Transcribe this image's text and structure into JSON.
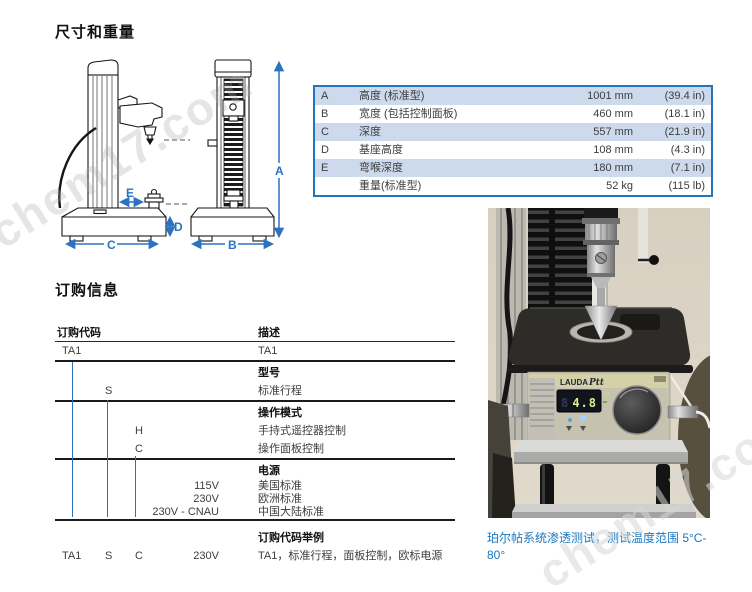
{
  "page": {
    "watermark": "chem17.com"
  },
  "sections": {
    "dimensions_title": "尺寸和重量",
    "ordering_title": "订购信息"
  },
  "diagram": {
    "labels": {
      "a": "A",
      "b": "B",
      "c": "C",
      "d": "D",
      "e": "E"
    }
  },
  "dimensions_table": {
    "rows": [
      {
        "key": "A",
        "name": "高度 (标准型)",
        "metric": "1001 mm",
        "imperial": "(39.4 in)"
      },
      {
        "key": "B",
        "name": "宽度 (包括控制面板)",
        "metric": "460 mm",
        "imperial": "(18.1 in)"
      },
      {
        "key": "C",
        "name": "深度",
        "metric": "557 mm",
        "imperial": "(21.9 in)"
      },
      {
        "key": "D",
        "name": "基座高度",
        "metric": "108 mm",
        "imperial": "(4.3 in)"
      },
      {
        "key": "E",
        "name": "弯喉深度",
        "metric": "180 mm",
        "imperial": "(7.1 in)"
      },
      {
        "key": "",
        "name": "重量(标准型)",
        "metric": "52 kg",
        "imperial": "(115 lb)"
      }
    ]
  },
  "ordering_table": {
    "code_header": "订购代码",
    "desc_header": "描述",
    "rows": [
      {
        "type": "item",
        "cols": [
          "TA1",
          "",
          "",
          ""
        ],
        "desc": "TA1",
        "rule": true
      },
      {
        "type": "section",
        "desc": "型号"
      },
      {
        "type": "item",
        "cols": [
          "",
          "S",
          "",
          ""
        ],
        "desc": "标准行程",
        "rule": true
      },
      {
        "type": "section",
        "desc": "操作模式"
      },
      {
        "type": "item",
        "cols": [
          "",
          "",
          "H",
          ""
        ],
        "desc": "手持式遥控器控制"
      },
      {
        "type": "item",
        "cols": [
          "",
          "",
          "C",
          ""
        ],
        "desc": "操作面板控制",
        "rule": true
      },
      {
        "type": "section",
        "desc": "电源"
      },
      {
        "type": "item",
        "cols": [
          "",
          "",
          "",
          "115V"
        ],
        "desc": "美国标准",
        "compact": true
      },
      {
        "type": "item",
        "cols": [
          "",
          "",
          "",
          "230V"
        ],
        "desc": "欧洲标准",
        "compact": true
      },
      {
        "type": "item",
        "cols": [
          "",
          "",
          "",
          "230V - CNAU"
        ],
        "desc": "中国大陆标准",
        "compact": true,
        "rule": true
      },
      {
        "type": "section",
        "desc": "订购代码举例",
        "spaced": true
      },
      {
        "type": "item",
        "cols": [
          "TA1",
          "S",
          "C",
          "230V"
        ],
        "desc": "TA1，标准行程，面板控制，欧标电源"
      }
    ]
  },
  "photo": {
    "brand": "LAUDA",
    "model": "Ptt",
    "display_value": "4.8",
    "display_unit": "°C",
    "caption_line1": "珀尔帖系统渗透测试，测试温度范围 5°C-",
    "caption_line2": "80°"
  },
  "colors": {
    "accent_blue": "#2b72c0",
    "table_border": "#2473bd",
    "table_row_alt": "#cdd9ec",
    "caption_blue": "#1878bf"
  }
}
